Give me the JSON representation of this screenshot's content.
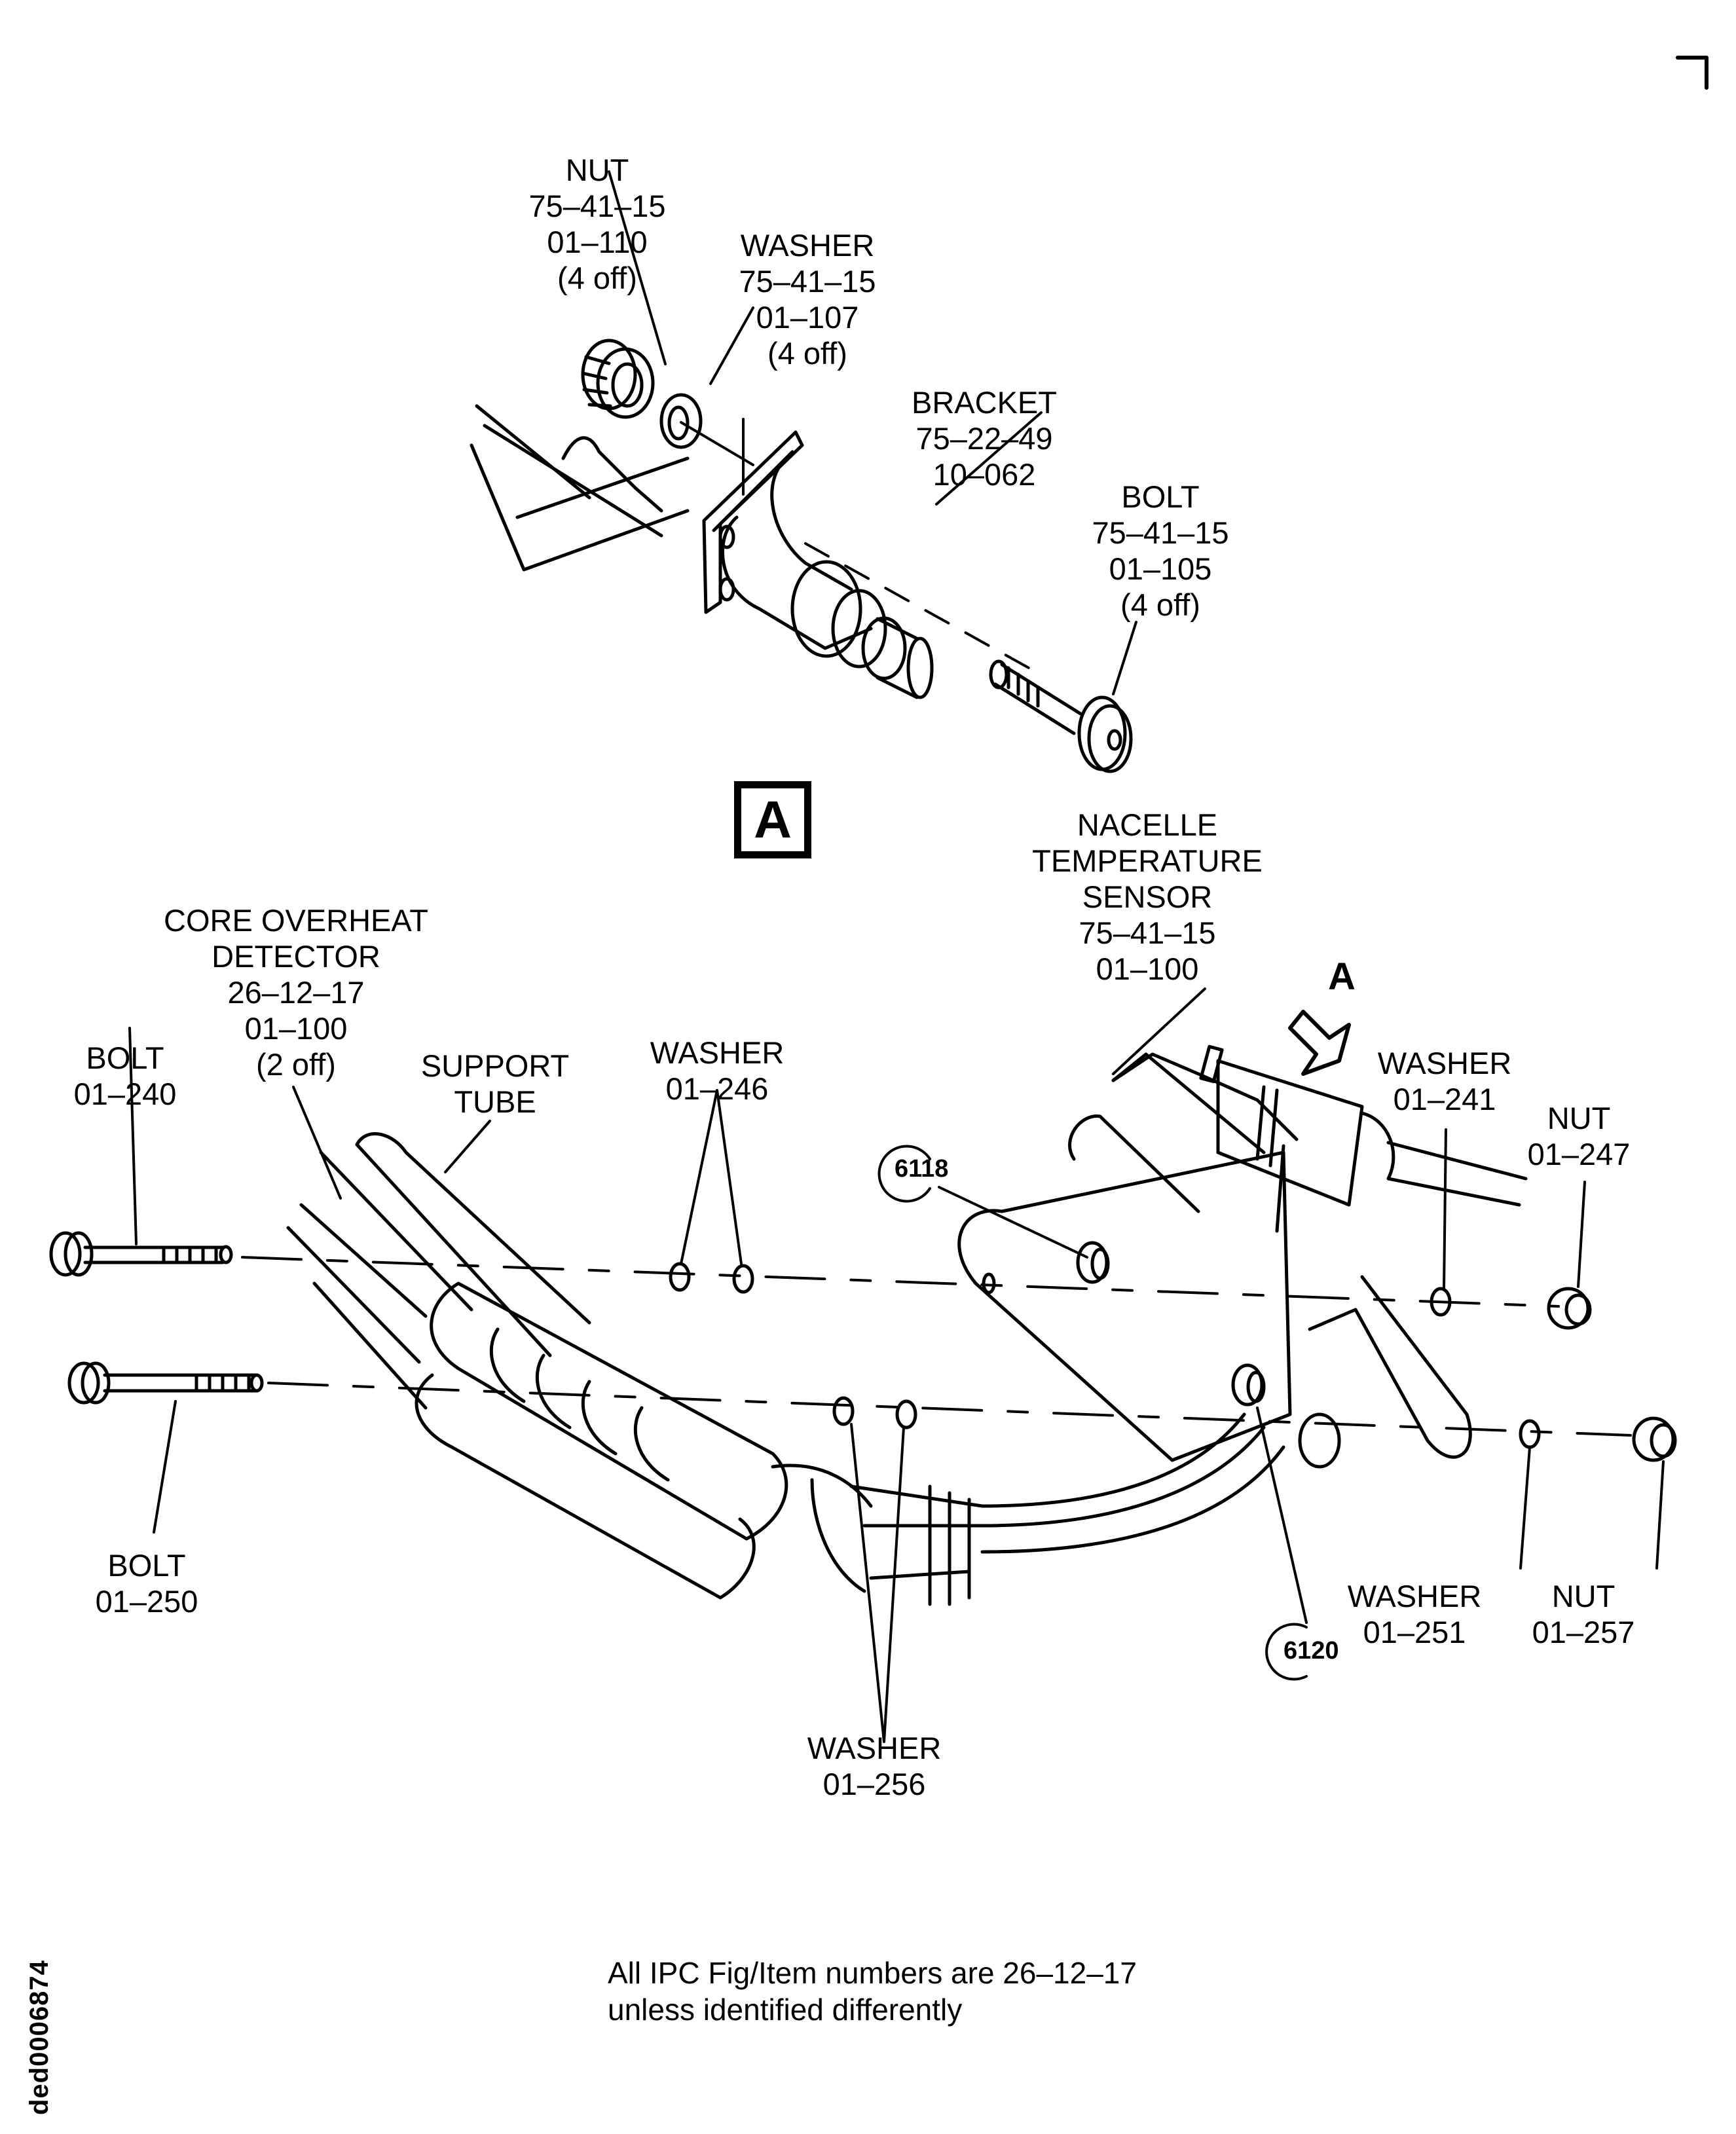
{
  "diagram": {
    "title": "IPC exploded view – Core overheat detector and nacelle temperature sensor installation",
    "view_label": "A",
    "view_arrow_label": "A",
    "note_lines": [
      "All IPC Fig/Item numbers are 26–12–17",
      "unless identified differently"
    ],
    "document_id": "ded0006874",
    "detail_a_labels": [
      {
        "id": "nut-01-110",
        "lines": [
          "NUT",
          "75–41–15",
          "01–110",
          "(4 off)"
        ]
      },
      {
        "id": "washer-01-107",
        "lines": [
          "WASHER",
          "75–41–15",
          "01–107",
          "(4 off)"
        ]
      },
      {
        "id": "bracket-10-062",
        "lines": [
          "BRACKET",
          "75–22–49",
          "10–062"
        ]
      },
      {
        "id": "bolt-01-105",
        "lines": [
          "BOLT",
          "75–41–15",
          "01–105",
          "(4 off)"
        ]
      }
    ],
    "main_labels": [
      {
        "id": "nacelle-temp-sensor",
        "lines": [
          "NACELLE",
          "TEMPERATURE",
          "SENSOR",
          "75–41–15",
          "01–100"
        ]
      },
      {
        "id": "core-overheat-detector",
        "lines": [
          "CORE OVERHEAT",
          "DETECTOR",
          "26–12–17",
          "01–100",
          "(2 off)"
        ]
      },
      {
        "id": "bolt-01-240",
        "lines": [
          "BOLT",
          "01–240"
        ]
      },
      {
        "id": "support-tube",
        "lines": [
          "SUPPORT",
          "TUBE"
        ]
      },
      {
        "id": "washer-01-246",
        "lines": [
          "WASHER",
          "01–246"
        ]
      },
      {
        "id": "washer-01-241",
        "lines": [
          "WASHER",
          "01–241"
        ]
      },
      {
        "id": "nut-01-247",
        "lines": [
          "NUT",
          "01–247"
        ]
      },
      {
        "id": "bolt-01-250",
        "lines": [
          "BOLT",
          "01–250"
        ]
      },
      {
        "id": "washer-01-251",
        "lines": [
          "WASHER",
          "01–251"
        ]
      },
      {
        "id": "nut-01-257",
        "lines": [
          "NUT",
          "01–257"
        ]
      },
      {
        "id": "washer-01-256",
        "lines": [
          "WASHER",
          "01–256"
        ]
      }
    ],
    "callouts": [
      "6118",
      "6120"
    ]
  }
}
